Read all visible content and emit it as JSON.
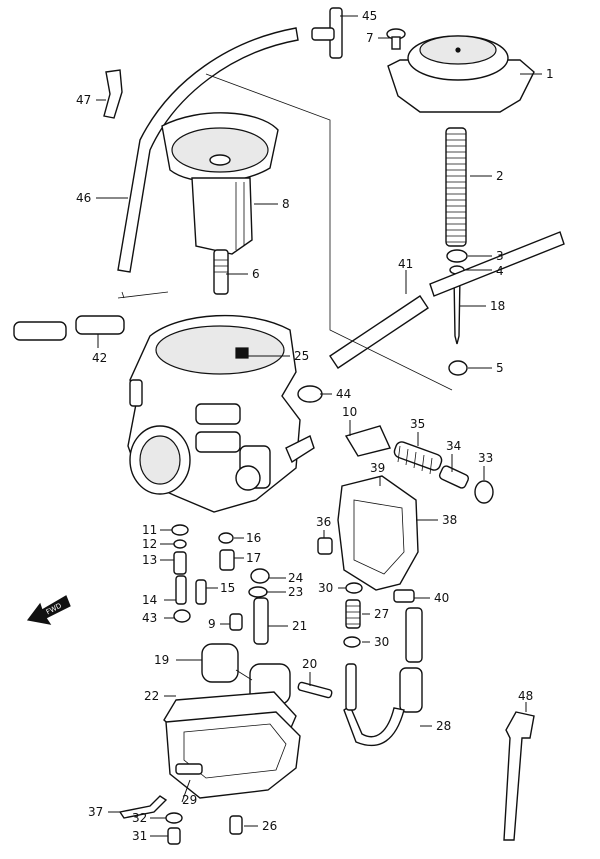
{
  "diagram": {
    "fwd_label": "FWD",
    "callouts": [
      {
        "id": "c1",
        "text": "1"
      },
      {
        "id": "c2",
        "text": "2"
      },
      {
        "id": "c3",
        "text": "3"
      },
      {
        "id": "c4",
        "text": "4"
      },
      {
        "id": "c5",
        "text": "5"
      },
      {
        "id": "c6",
        "text": "6"
      },
      {
        "id": "c7",
        "text": "7"
      },
      {
        "id": "c8",
        "text": "8"
      },
      {
        "id": "c9",
        "text": "9"
      },
      {
        "id": "c10",
        "text": "10"
      },
      {
        "id": "c11",
        "text": "11"
      },
      {
        "id": "c12",
        "text": "12"
      },
      {
        "id": "c13",
        "text": "13"
      },
      {
        "id": "c14",
        "text": "14"
      },
      {
        "id": "c15",
        "text": "15"
      },
      {
        "id": "c16",
        "text": "16"
      },
      {
        "id": "c17",
        "text": "17"
      },
      {
        "id": "c18",
        "text": "18"
      },
      {
        "id": "c19",
        "text": "19"
      },
      {
        "id": "c20",
        "text": "20"
      },
      {
        "id": "c21",
        "text": "21"
      },
      {
        "id": "c22",
        "text": "22"
      },
      {
        "id": "c23",
        "text": "23"
      },
      {
        "id": "c24",
        "text": "24"
      },
      {
        "id": "c25",
        "text": "25"
      },
      {
        "id": "c26",
        "text": "26"
      },
      {
        "id": "c27",
        "text": "27"
      },
      {
        "id": "c28",
        "text": "28"
      },
      {
        "id": "c29",
        "text": "29"
      },
      {
        "id": "c30a",
        "text": "30"
      },
      {
        "id": "c30b",
        "text": "30"
      },
      {
        "id": "c31",
        "text": "31"
      },
      {
        "id": "c32",
        "text": "32"
      },
      {
        "id": "c33",
        "text": "33"
      },
      {
        "id": "c34",
        "text": "34"
      },
      {
        "id": "c35",
        "text": "35"
      },
      {
        "id": "c36",
        "text": "36"
      },
      {
        "id": "c37",
        "text": "37"
      },
      {
        "id": "c38",
        "text": "38"
      },
      {
        "id": "c39",
        "text": "39"
      },
      {
        "id": "c40",
        "text": "40"
      },
      {
        "id": "c41",
        "text": "41"
      },
      {
        "id": "c42",
        "text": "42"
      },
      {
        "id": "c43",
        "text": "43"
      },
      {
        "id": "c44",
        "text": "44"
      },
      {
        "id": "c45",
        "text": "45"
      },
      {
        "id": "c46",
        "text": "46"
      },
      {
        "id": "c47",
        "text": "47"
      },
      {
        "id": "c48",
        "text": "48"
      }
    ]
  }
}
